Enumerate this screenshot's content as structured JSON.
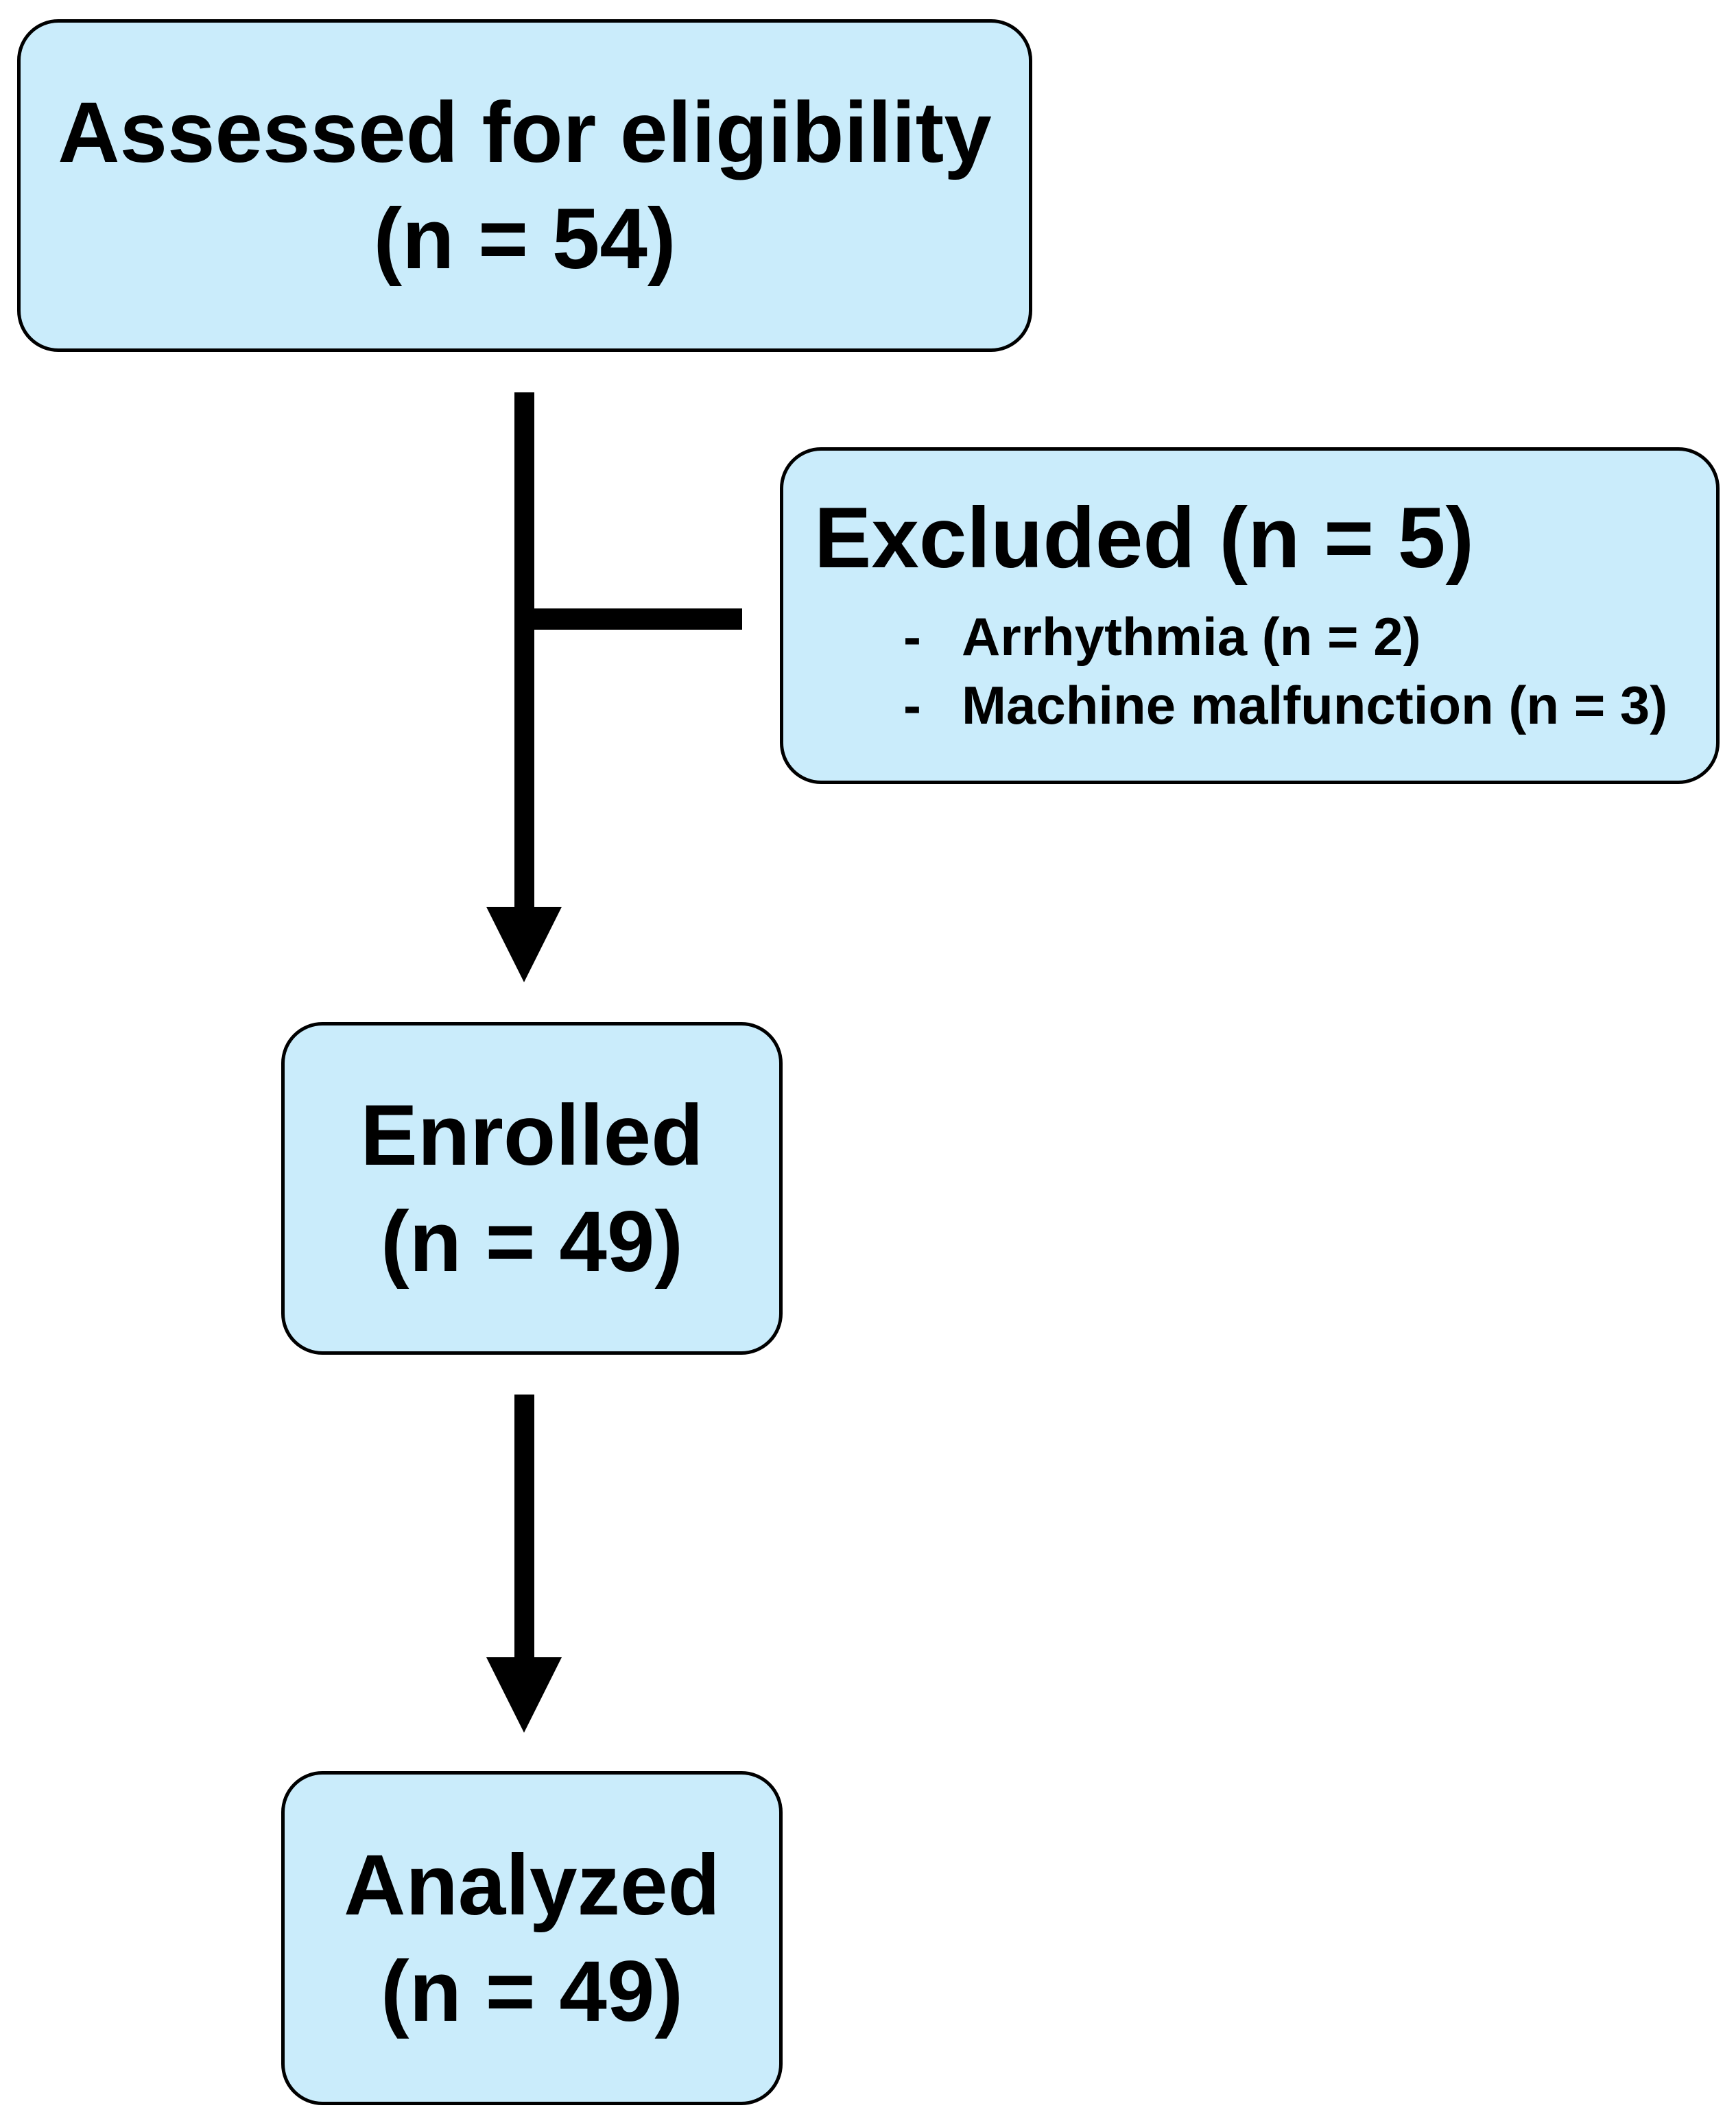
{
  "colors": {
    "box_fill": "#caecfb",
    "box_border": "#000000",
    "arrow": "#000000",
    "background": "#ffffff",
    "text": "#000000"
  },
  "nodes": {
    "assessed": {
      "title": "Assessed for eligibility",
      "count": "(n = 54)"
    },
    "excluded": {
      "title": "Excluded (n = 5)",
      "bullet_dash": "-",
      "items": [
        {
          "label": "Arrhythmia (n = 2)"
        },
        {
          "label": "Machine malfunction (n = 3)"
        }
      ]
    },
    "enrolled": {
      "title": "Enrolled",
      "count": "(n = 49)"
    },
    "analyzed": {
      "title": "Analyzed",
      "count": "(n = 49)"
    }
  }
}
